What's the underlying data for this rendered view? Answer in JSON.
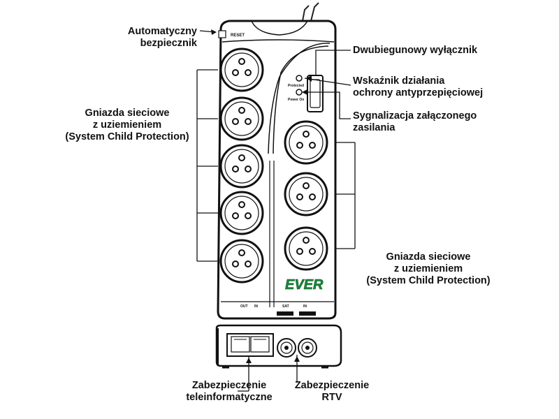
{
  "labels": {
    "auto_breaker": [
      "Automatyczny",
      "bezpiecznik"
    ],
    "bipolar_switch": "Dwubiegunowy wyłącznik",
    "surge_indicator": [
      "Wskaźnik działania",
      "ochrony antyprzepięciowej"
    ],
    "power_signal": [
      "Sygnalizacja załączonego",
      "zasilania"
    ],
    "sockets_left": [
      "Gniazda sieciowe",
      "z uziemieniem",
      "(System Child Protection)"
    ],
    "sockets_right": [
      "Gniazda sieciowe",
      "z uziemieniem",
      "(System Child Protection)"
    ],
    "telecom_protection": [
      "Zabezpieczenie",
      "teleinformatyczne"
    ],
    "rtv_protection": [
      "Zabezpieczenie",
      "RTV"
    ]
  },
  "device": {
    "brand": "EVER",
    "brand_color": "#1a8a3a",
    "reset_label": "RESET",
    "led_labels": [
      "Protected",
      "Power On"
    ],
    "port_labels": {
      "out": "OUT",
      "in_left": "IN",
      "sat": "SAT",
      "in_right": "IN"
    }
  }
}
